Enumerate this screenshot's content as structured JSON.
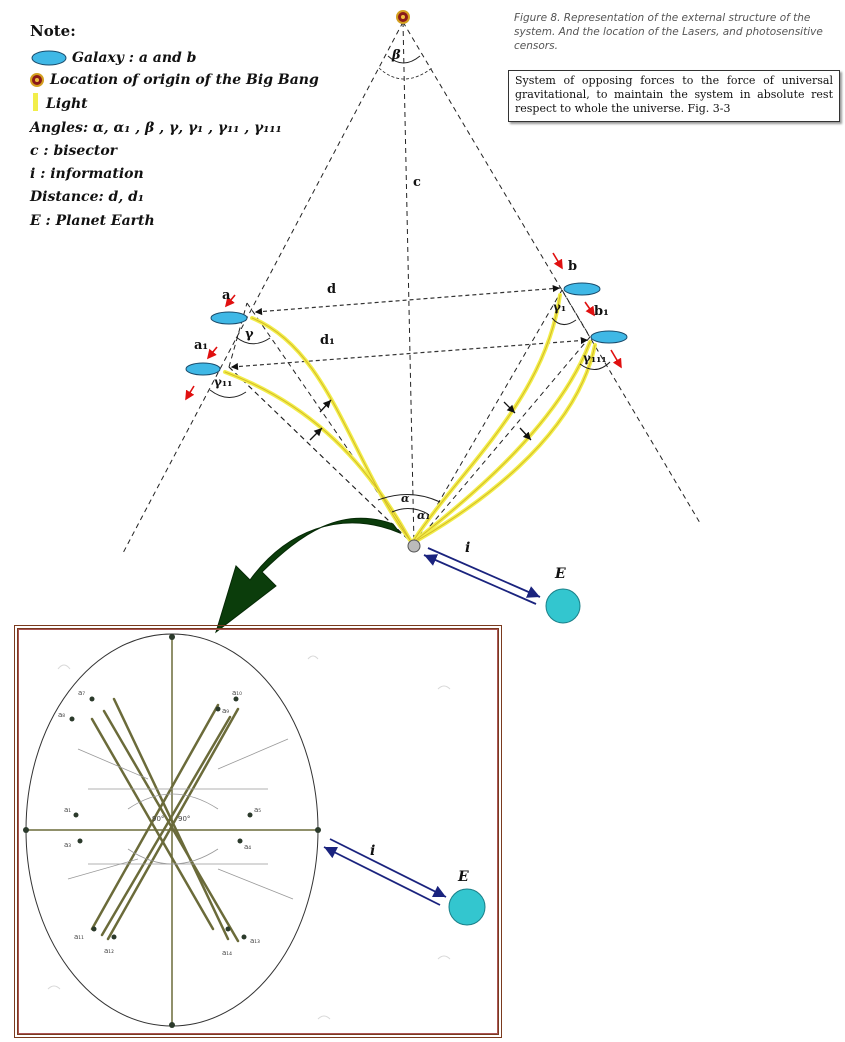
{
  "legend": {
    "title": "Note:",
    "galaxy": "Galaxy : a and b",
    "origin": "Location of origin of the Big Bang",
    "light": "Light",
    "angles": "Angles: α, α₁ , β , γ, γ₁ , γ₁₁ , γ₁₁₁",
    "bisector": "c : bisector",
    "information": "i : information",
    "distance": "Distance: d, d₁",
    "earth": "E : Planet Earth"
  },
  "caption": "Figure 8. Representation of the external structure of the system. And the location of the Lasers, and photosensitive censors.",
  "note_box": "System of opposing forces to the force of universal gravitational, to maintain the system in absolute rest respect to whole the universe. Fig. 3-3",
  "labels": {
    "beta": "β",
    "c": "c",
    "a": "a",
    "a1": "a₁",
    "b": "b",
    "b1": "b₁",
    "d": "d",
    "d1": "d₁",
    "gamma": "γ",
    "gamma1": "γ₁",
    "gamma11": "γ₁₁",
    "gamma111": "γ₁₁₁",
    "alpha": "α",
    "alpha1": "α₁",
    "i": "i",
    "E": "E"
  },
  "inset_labels": {
    "i": "i",
    "E": "E",
    "a7": "a₇",
    "a8": "a₈",
    "a10": "a₁₀",
    "a9": "a₉",
    "a1": "a₁",
    "a3": "a₃",
    "a5": "a₅",
    "a4": "a₄",
    "a11": "a₁₁",
    "a12": "a₁₂",
    "a13": "a₁₃",
    "a14": "a₁₄",
    "angle_left": "90°",
    "angle_right": "90°"
  },
  "colors": {
    "galaxy": "#3fb8e6",
    "light": "#f2ee4a",
    "earth": "#33c6cf",
    "arrow_red": "#e01010",
    "info_arrow": "#1a237e",
    "big_arrow": "#0b3d0b",
    "frame": "#7a3a1e",
    "inset_lines": "#6b6b3a"
  }
}
